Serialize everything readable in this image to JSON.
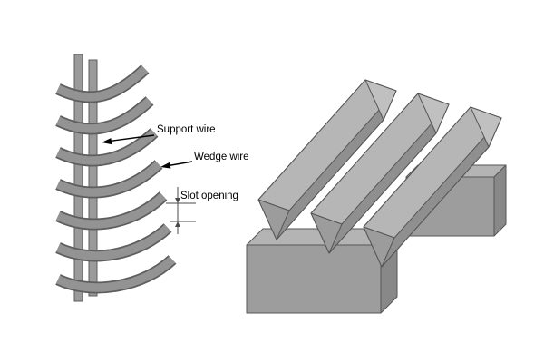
{
  "diagram": {
    "name": "wedge-wire-screen-construction-diagram",
    "labels": {
      "support_wire": "Support wire",
      "wedge_wire": "Wedge wire",
      "slot_opening": "Slot opening"
    },
    "colors": {
      "outline": "#565656",
      "band_fill": "#939393",
      "band_outline": "#5e5e5e",
      "rod_fill": "#9a9a9a",
      "face_top": "#b6b6b6",
      "face_near": "#9c9c9c",
      "flank_left": "#8f8f8f",
      "flank_right": "#7e7e7e",
      "face_cap": "#c0c0c0",
      "block_front": "#9d9d9d",
      "block_top": "#b4b4b4",
      "block_side": "#888888",
      "annotation": "#000000",
      "dim_color": "#4a4a4a",
      "background": "#ffffff"
    }
  }
}
